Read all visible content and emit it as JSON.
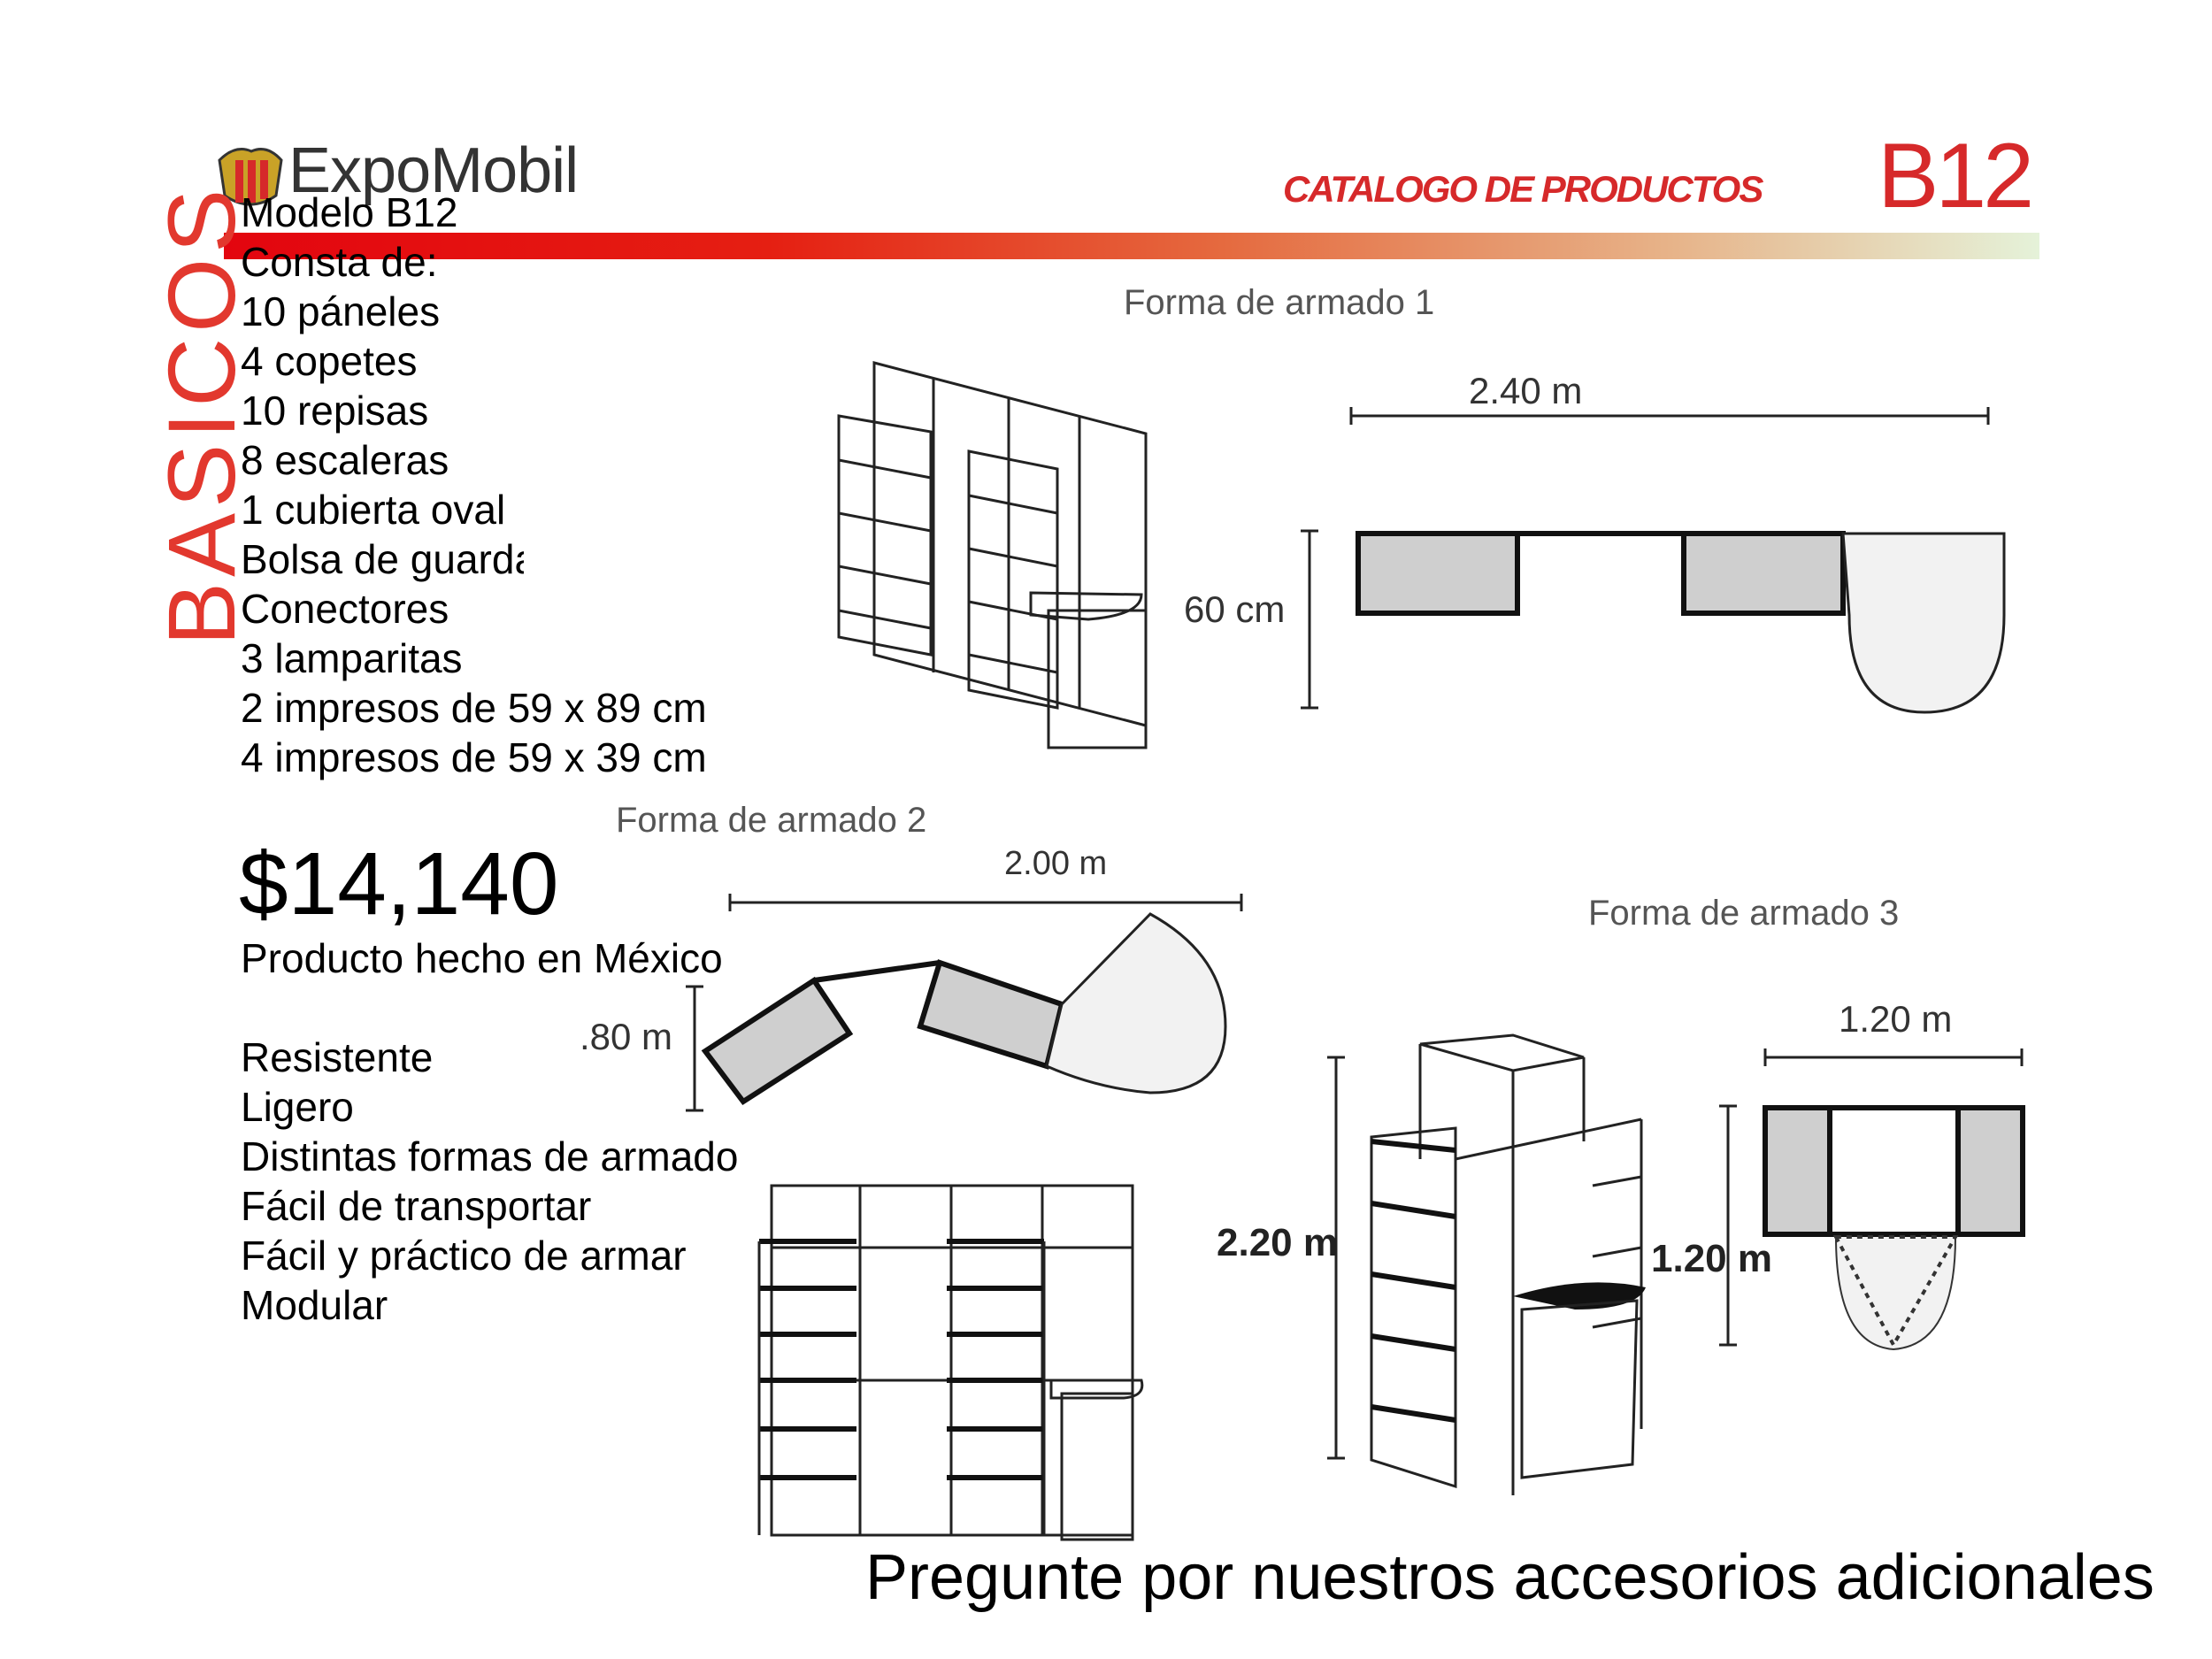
{
  "header": {
    "brand": "ExpoMobil",
    "catalog_title": "CATALOGO DE PRODUCTOS",
    "model_code": "B12",
    "side_label": "BASICOS"
  },
  "specs": {
    "model": "Modelo B12",
    "consists_of": "Consta de:",
    "items": [
      "10 páneles",
      "4 copetes",
      "10 repisas",
      "8 escaleras",
      "1 cubierta oval",
      "Bolsa de guardado",
      "Conectores",
      "3 lamparitas",
      "2 impresos de 59 x 89 cm",
      "4 impresos de 59 x 39 cm"
    ]
  },
  "price": "$14,140",
  "made_in": "Producto hecho en México",
  "features": [
    "Resistente",
    "Ligero",
    "Distintas formas de armado",
    "Fácil de transportar",
    "Fácil y práctico de armar",
    "Modular"
  ],
  "configurations": [
    {
      "caption": "Forma de armado 1",
      "width": "2.40 m",
      "depth": "60 cm"
    },
    {
      "caption": "Forma de armado 2",
      "width": "2.00 m",
      "depth": ".80 m"
    },
    {
      "caption": "Forma de armado 3",
      "width": "1.20 m",
      "height": "2.20 m",
      "depth": "1.20 m"
    }
  ],
  "footer": "Pregunte por nuestros accesorios adicionales",
  "colors": {
    "brand_red": "#d6292a",
    "panel_grey": "#cfcfcf"
  }
}
